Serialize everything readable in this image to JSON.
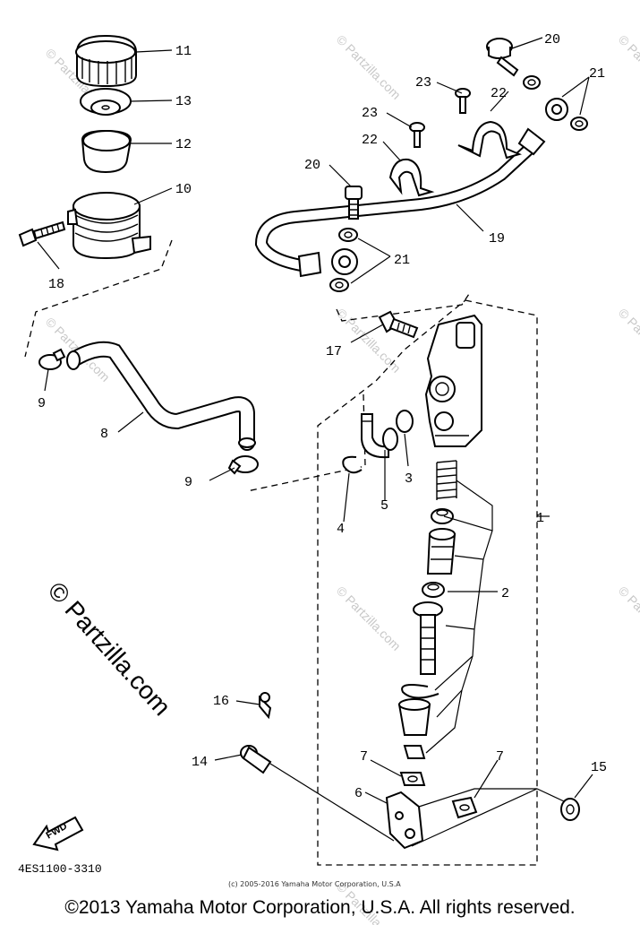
{
  "diagram": {
    "code": "4ES1100-3310",
    "small_copyright": "(c) 2005-2016 Yamaha Motor Corporation, U.S.A",
    "footer_copyright": "©2013 Yamaha Motor Corporation, U.S.A. All rights reserved.",
    "watermark": "© Partzilla.com",
    "fwd_label": "FWD",
    "callouts": [
      "1",
      "2",
      "3",
      "4",
      "5",
      "6",
      "7",
      "7",
      "8",
      "9",
      "9",
      "10",
      "11",
      "12",
      "13",
      "14",
      "15",
      "16",
      "17",
      "18",
      "19",
      "20",
      "20",
      "21",
      "21",
      "22",
      "22",
      "23",
      "23"
    ]
  }
}
